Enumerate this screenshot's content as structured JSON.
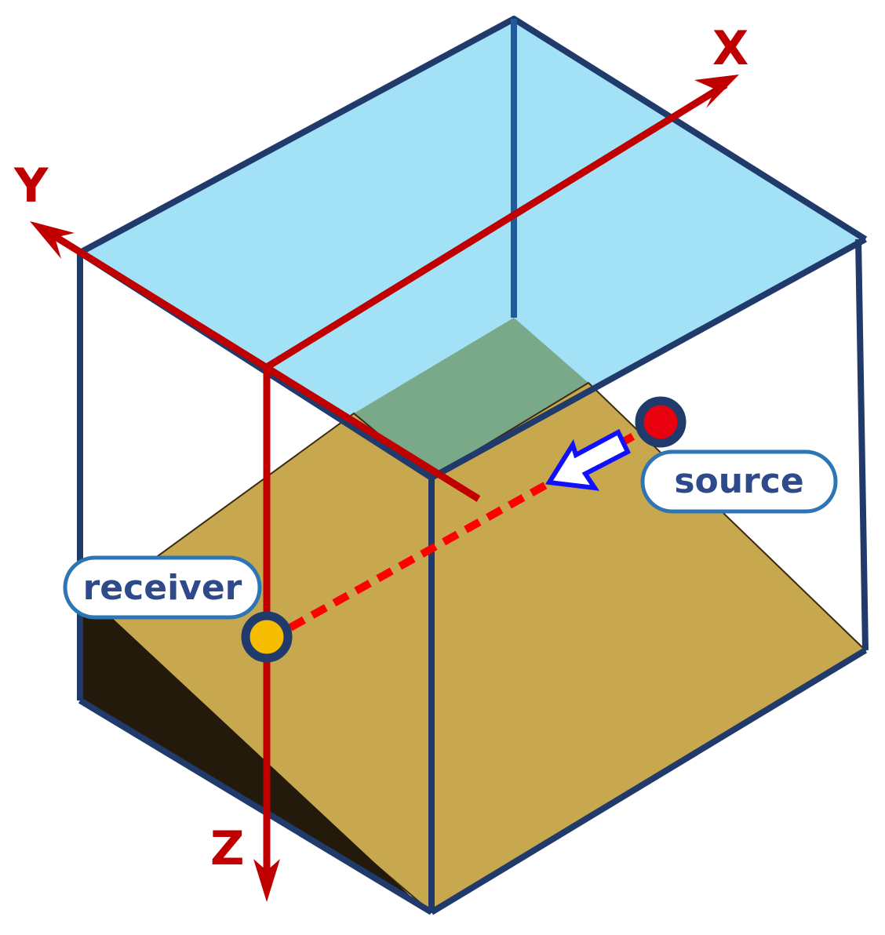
{
  "labels": {
    "x_axis": "X",
    "y_axis": "Y",
    "z_axis": "Z",
    "source": "source",
    "receiver": "receiver"
  },
  "colors": {
    "water_top": "#a3e1f7",
    "water_back": "#7aa98a",
    "seabed": "#c8a84f",
    "seabed_shadow": "#231a0c",
    "box_edge": "#1f3a6b",
    "axis": "#c00000",
    "source_dot": "#e8000f",
    "receiver_dot": "#f5bc00",
    "propagation_path": "#ff0000",
    "direction_arrow": "#1010ff",
    "callout_border": "#2e75b6",
    "callout_text": "#2f4a8a"
  },
  "icons": {
    "source": "red-dot-marker",
    "receiver": "yellow-dot-marker",
    "direction": "hollow-arrow-left"
  }
}
